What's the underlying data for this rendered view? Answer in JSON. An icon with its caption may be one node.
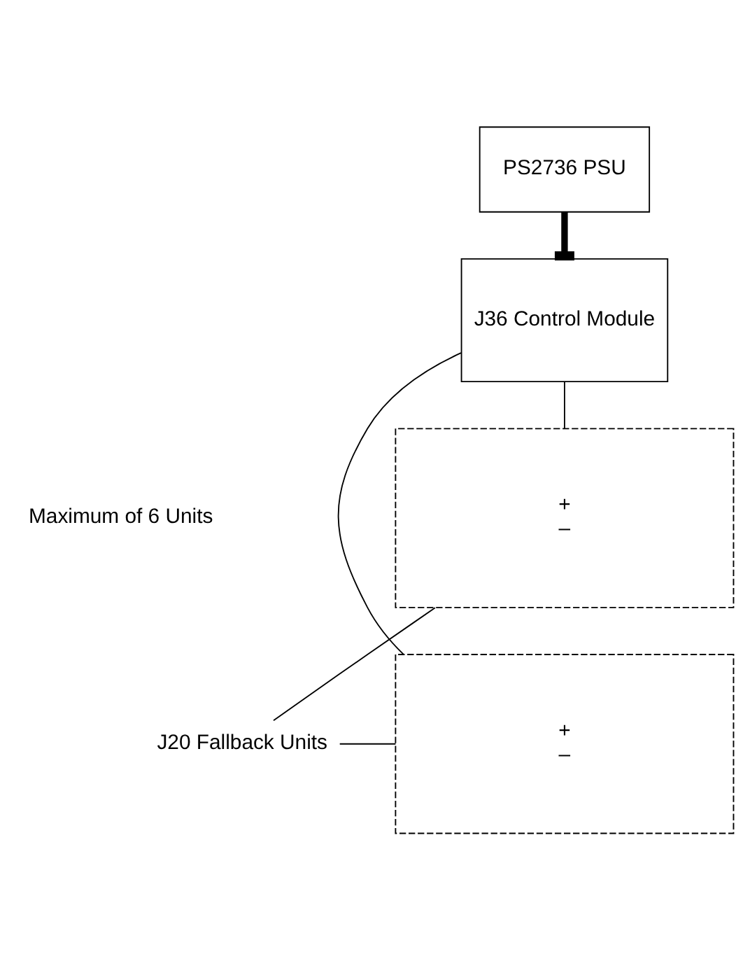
{
  "diagram": {
    "nodes": [
      {
        "text": [
          "PS2736 PSU"
        ]
      },
      {
        "text": [
          "J36 Control Module"
        ]
      },
      {
        "text": [
          "+",
          "–"
        ]
      },
      {
        "text": [
          "+",
          "–"
        ]
      },
      {
        "text": [
          "J20 Fallback Units"
        ]
      }
    ],
    "edges": [
      {
        "from": 0,
        "to": 1,
        "arrow": "other",
        "style": "thick"
      },
      {
        "from": 1,
        "to": 2,
        "arrow": "none"
      },
      {
        "from": 1,
        "to": 3,
        "arrow": "none"
      },
      {
        "from": 4,
        "to": 2,
        "arrow": "none"
      },
      {
        "from": 4,
        "to": 3,
        "arrow": "none"
      }
    ],
    "labels": [
      "Maximum of 6 Units"
    ]
  }
}
